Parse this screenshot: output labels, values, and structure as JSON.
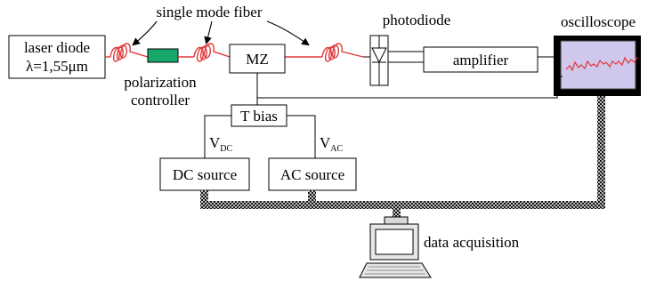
{
  "labels": {
    "laser_line1": "laser diode",
    "laser_line2": "λ=1,55μm",
    "fiber": "single mode fiber",
    "pol_line1": "polarization",
    "pol_line2": "controller",
    "mz": "MZ",
    "photodiode": "photodiode",
    "amplifier": "amplifier",
    "oscilloscope": "oscilloscope",
    "tbias": "T bias",
    "vdc_main": "V",
    "vdc_sub": "DC",
    "vac_main": "V",
    "vac_sub": "AC",
    "dc_source": "DC source",
    "ac_source": "AC source",
    "data_acq": "data acquisition"
  },
  "colors": {
    "fiber": "#e0383a",
    "controller": "#17a86b",
    "trace": "#e0383a",
    "screen": "#cfc8ec",
    "cable": "#333333"
  },
  "icons": {
    "photodiode": "photodiode-symbol-icon",
    "computer": "computer-icon",
    "scope": "oscilloscope-screen-icon"
  }
}
